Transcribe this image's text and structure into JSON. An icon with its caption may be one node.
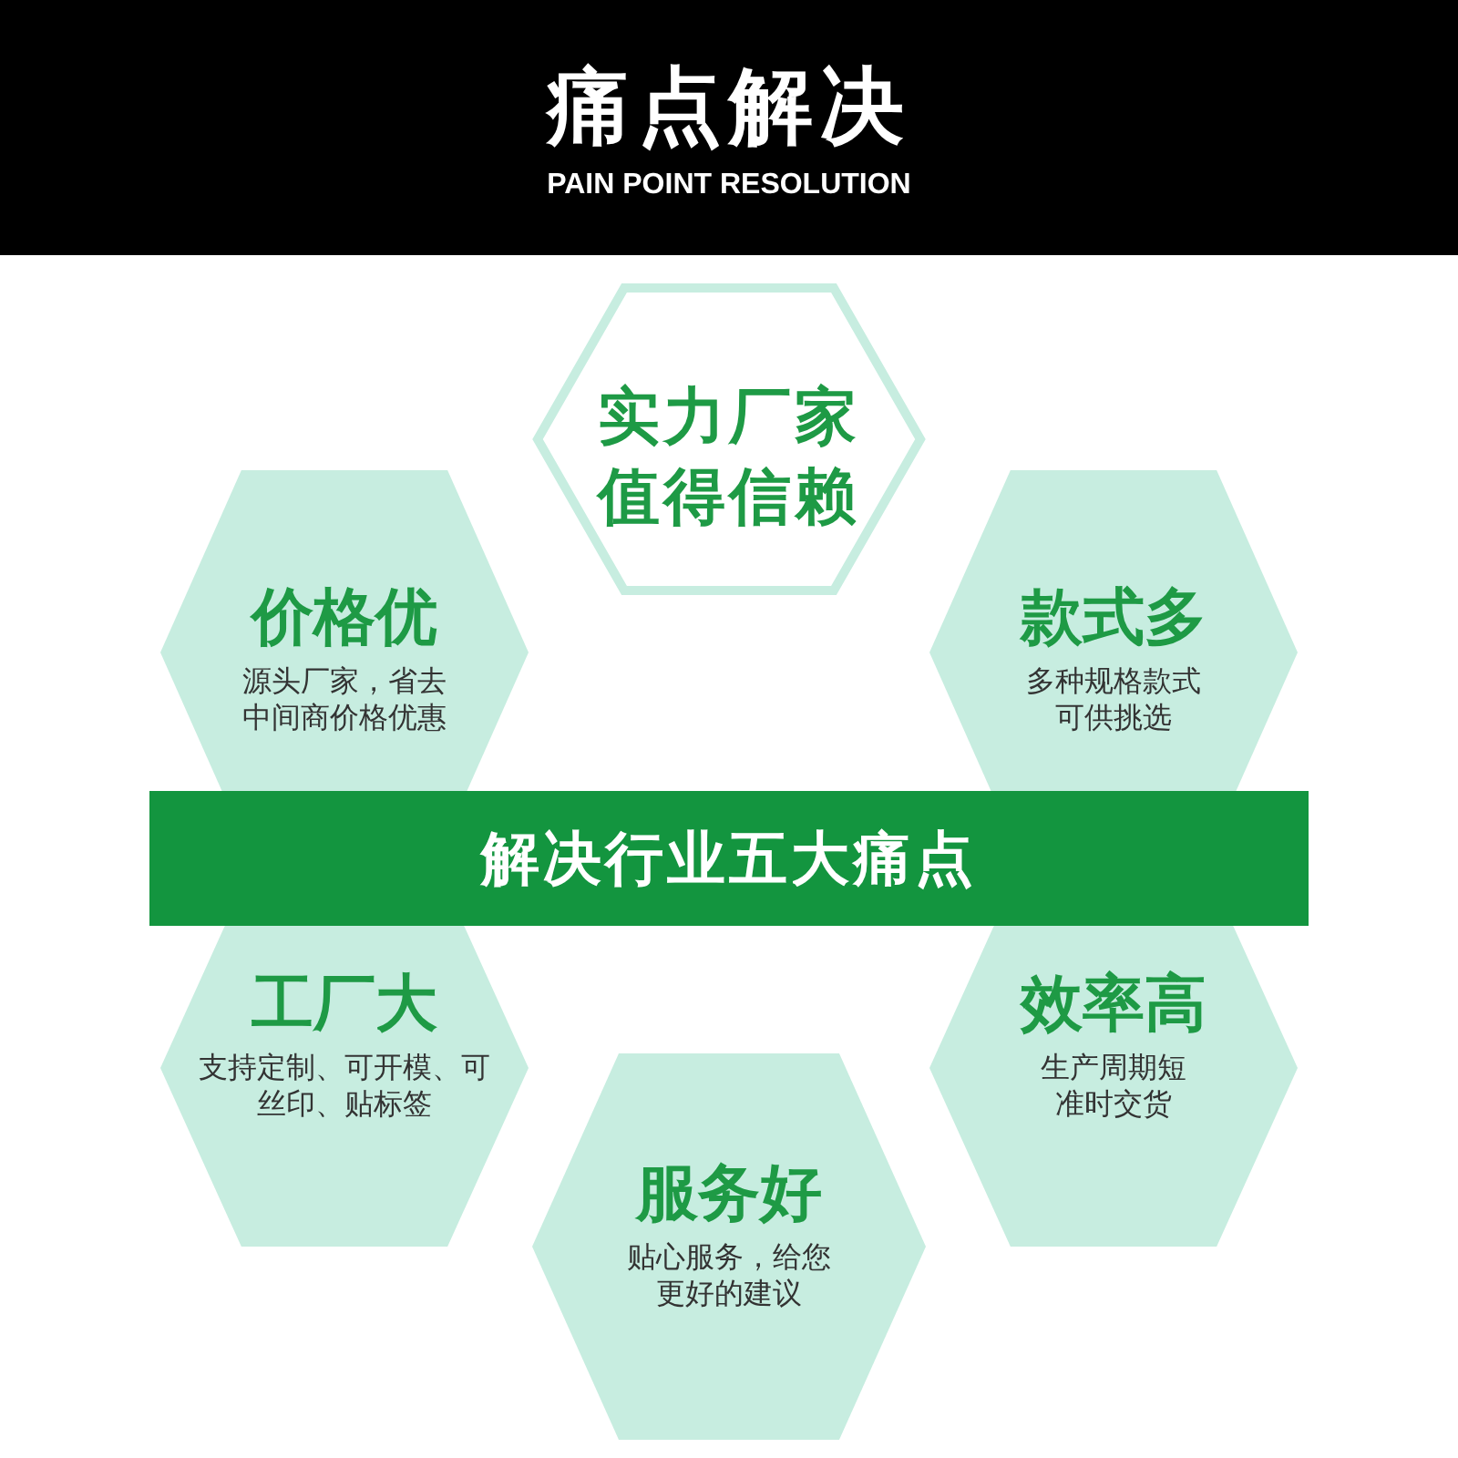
{
  "diagram": {
    "title": "痛点解决",
    "nodes": [
      {
        "text": [
          "实力厂家值得信赖"
        ]
      },
      {
        "text": [
          "价格优",
          "源头厂家，省去中间商价格优惠"
        ]
      },
      {
        "text": [
          "款式多",
          "多种规格款式可供挑选"
        ]
      },
      {
        "text": [
          "解决行业五大痛点"
        ]
      },
      {
        "text": [
          "工厂大",
          "支持定制、可开模、可丝印、贴标签"
        ]
      },
      {
        "text": [
          "效率高",
          "生产周期短准时交货"
        ]
      },
      {
        "text": [
          "服务好",
          "贴心服务，给您更好的建议"
        ]
      }
    ],
    "labels": [
      "PAIN POINT RESOLUTION"
    ]
  }
}
